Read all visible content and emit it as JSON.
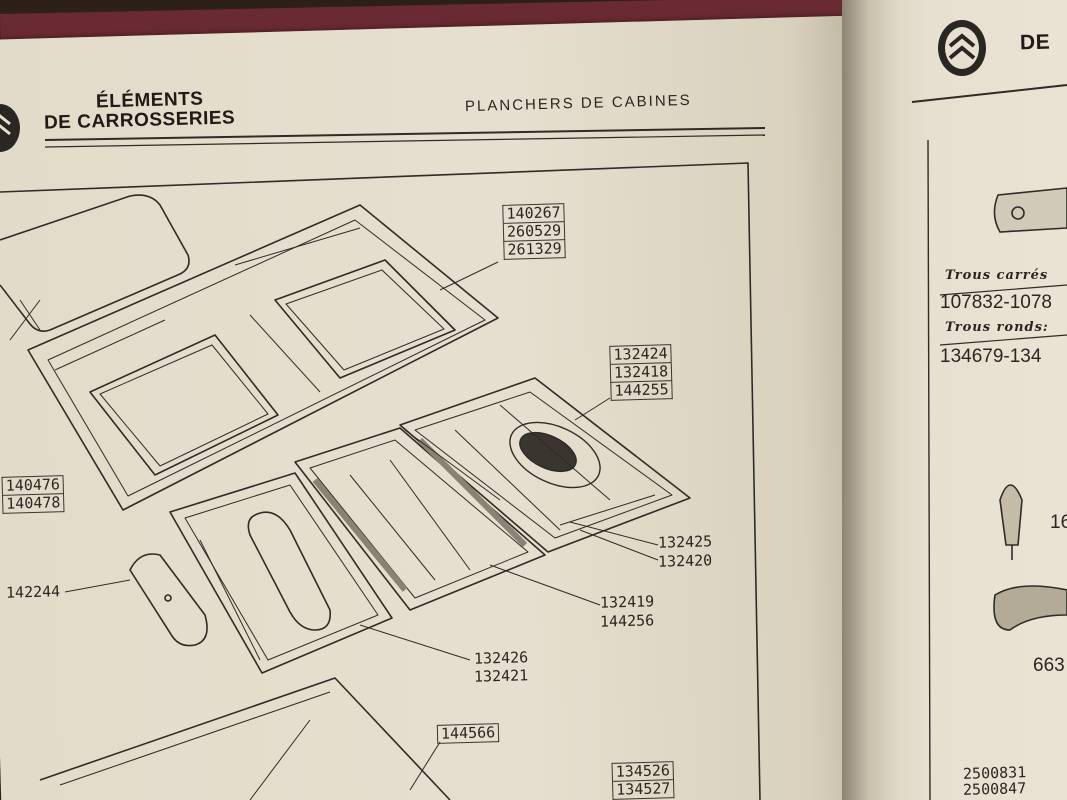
{
  "left_page": {
    "header_line1": "ÉLÉMENTS",
    "header_line2": "DE CARROSSERIES",
    "section_title": "PLANCHERS DE CABINES",
    "callouts": {
      "top_stack": [
        "140267",
        "260529",
        "261329"
      ],
      "right_stack": [
        "132424",
        "132418",
        "144255"
      ],
      "left_stack": [
        "140476",
        "140478"
      ],
      "part_142244": "142244",
      "part_132425": "132425",
      "part_132420": "132420",
      "part_132419": "132419",
      "part_144256": "144256",
      "part_132426": "132426",
      "part_132421": "132421",
      "bottom_box": "144566",
      "bottom_right_stack": [
        "134526",
        "134527"
      ]
    }
  },
  "right_page": {
    "header_partial": "DE",
    "trous_carres_label": "Trous carrés",
    "trous_carres_codes": "107832-1078",
    "trous_ronds_label": "Trous ronds:",
    "trous_ronds_codes": "134679-134",
    "part_partial": "16",
    "part_663": "663",
    "bottom_code_1": "2500831",
    "bottom_code_2": "2500847"
  },
  "colors": {
    "paper": "#e6dfcf",
    "ink": "#2a2622",
    "binding": "#6a2a33",
    "background": "#3a2a22"
  }
}
